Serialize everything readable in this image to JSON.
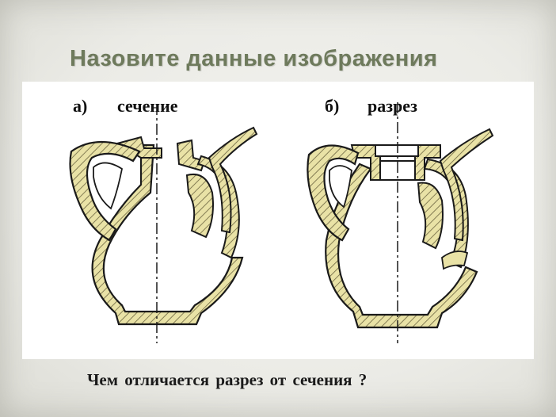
{
  "slide": {
    "title": "Назовите данные изображения",
    "question": "Чем отличается  разрез от сечения ?"
  },
  "figures": {
    "left": {
      "letter": "а)",
      "caption": "сечение"
    },
    "right": {
      "letter": "б)",
      "caption": "разрез"
    }
  },
  "colors": {
    "title": "#6e7a5c",
    "hatch_fill": "#e9e2a6",
    "hatch_line": "#6b6440",
    "outline": "#1a1a1a"
  }
}
